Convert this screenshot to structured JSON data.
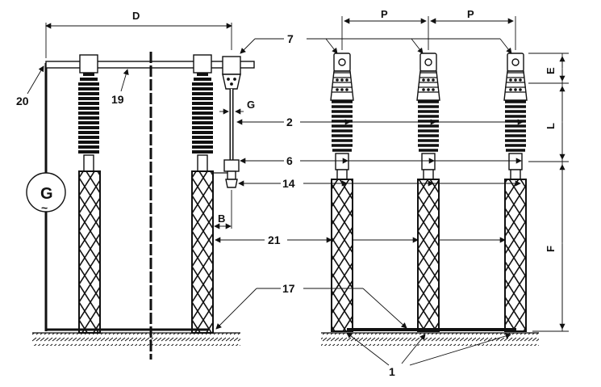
{
  "dimensions": {
    "d": "D",
    "p_left": "P",
    "p_right": "P",
    "e": "E",
    "l": "L",
    "f": "F",
    "g": "G",
    "b": "B"
  },
  "callouts": {
    "c1": "1",
    "c2": "2",
    "c6": "6",
    "c7": "7",
    "c14": "14",
    "c17": "17",
    "c19": "19",
    "c20": "20",
    "c21": "21"
  },
  "generator": {
    "letter": "G",
    "tilde": "~"
  }
}
